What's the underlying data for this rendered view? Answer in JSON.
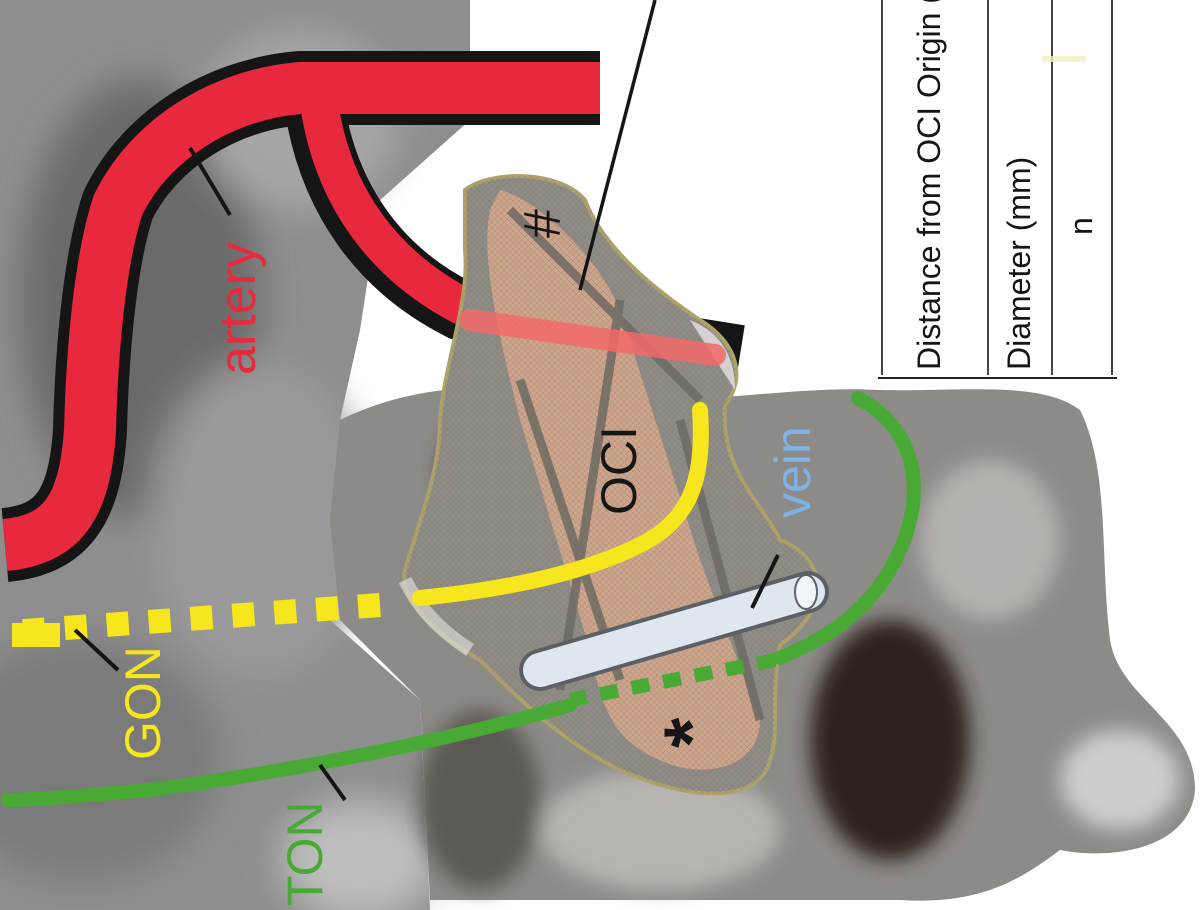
{
  "labels": {
    "artery": "artery",
    "oci": "OCI",
    "vein": "vein",
    "gon": "GON",
    "ton": "TON",
    "hash": "#",
    "asterisk": "*"
  },
  "table": {
    "rows": [
      "Distance from OCI Origin (mm)",
      "Diameter (mm)",
      "n"
    ]
  },
  "colors": {
    "artery": "#e8283c",
    "gon": "#f5e61e",
    "ton": "#48a935",
    "vein": "#dfe7ee",
    "vein_label": "#7fb2e6",
    "muscle_fill": "#8f8c86",
    "muscle_inner": "#d9a88c",
    "outline": "#151515"
  }
}
